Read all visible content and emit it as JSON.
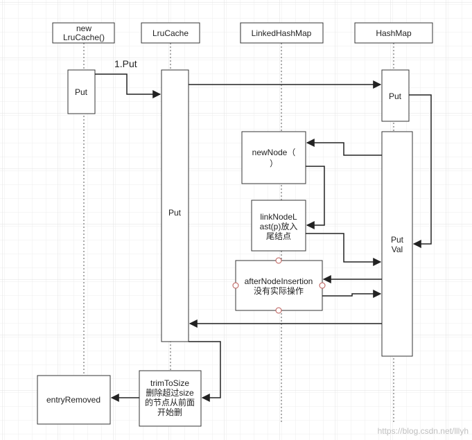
{
  "lifelines": {
    "new_lrucache": {
      "line1": "new",
      "line2": "LruCache()"
    },
    "lrucache": "LruCache",
    "linkedhashmap": "LinkedHashMap",
    "hashmap": "HashMap"
  },
  "messages": {
    "put_call": "1.Put"
  },
  "boxes": {
    "client_put": "Put",
    "lrucache_put": "Put",
    "hashmap_put": "Put",
    "putval": {
      "line1": "Put",
      "line2": "Val"
    },
    "new_node": {
      "line1": "newNode（",
      "line2": "）"
    },
    "link_node_last": {
      "line1": "linkNodeL",
      "line2": "ast(p)放入",
      "line3": "尾结点"
    },
    "after_node_insertion": {
      "line1": "afterNodeInsertion",
      "line2": "没有实际操作"
    },
    "trim_to_size": {
      "line1": "trimToSize",
      "line2": "删除超过size",
      "line3": "的节点从前面",
      "line4": "开始删"
    },
    "entry_removed": "entryRemoved"
  },
  "watermark": "https://blog.csdn.net/lllyh",
  "colors": {
    "line": "#222222",
    "lifeline_dash": "#555555",
    "grid": "#e6e6e6",
    "port": "#b85450"
  }
}
